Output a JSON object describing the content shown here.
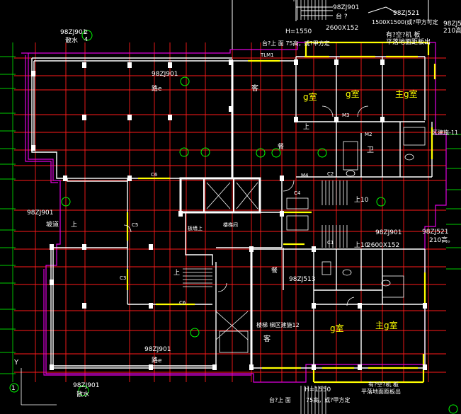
{
  "colors": {
    "background": "#000000",
    "wall": "#ffffff",
    "axis": "#ff1a1a",
    "outline": "#e000e0",
    "window": "#ffff00",
    "grid_mark": "#00d000"
  },
  "labels": {
    "top_ref_1": "98ZJ901",
    "top_ref_1b": "台 ?",
    "top_ref_2": "98ZJ521",
    "top_note_window": "1500X1500(或?甲方可定",
    "top_ref_3": "98ZJ52",
    "top_note_210": "210高。",
    "h_note": "H=1550",
    "dim_2600": "2600X152",
    "left_ref": "98ZJ901",
    "left_scatter": "散水",
    "ref_98zj901_mid": "98ZJ901",
    "road_e": "路e",
    "ac_note_1": "有?空?机 板",
    "ac_note_2": "平落地面距板出",
    "sill_note": "台?上 面 75高，或?甲方定",
    "ke_1": "客",
    "g_room_1": "g室",
    "g_room_2": "g室",
    "main_g_room_1": "主g室",
    "shang_1": "上",
    "can_1": "餐",
    "wei": "卫",
    "ref_11": "区建施-11",
    "c6_1": "C6",
    "c6_2": "C6",
    "m3": "M3",
    "m2": "M2",
    "c2": "C2",
    "c1": "C1",
    "m4": "M4",
    "tlm1": "TLM1",
    "ramp": "坡道",
    "shang_left": "上",
    "shang_stair": "上",
    "left_ref_2": "98ZJ901",
    "ref_98zj901_right": "98ZJ901",
    "dim_2600b": "2600X152",
    "ref_98zj521_r": "98ZJ521",
    "ref_210_r": "210高。",
    "shang_10": "上10",
    "shang_10b": "上10",
    "can_2": "餐",
    "ref_98zj513": "98ZJ513",
    "stair_note": "楼梯 梯区建施12",
    "ke_2": "客",
    "g_room_3": "g室",
    "main_g_room_2": "主g室",
    "ref_bottom_left": "98ZJ901",
    "road_e_bottom": "路e",
    "scatter_bottom": "散水",
    "ref_bottom_mid": "98ZJ901",
    "h_note_bottom": "H=1550",
    "sill_note_bottom": "台?上 面",
    "sill_note_bottom2": "75高，或?甲方定",
    "ac_note_bottom_1": "有?空?机 板",
    "ac_note_bottom_2": "平落地面距板出",
    "c3": "C3",
    "c5": "C5",
    "c4": "C4",
    "ref_left_wall": "板墙上",
    "stair_box_note": "楼梯间",
    "frac_top": "2",
    "frac_bot": "4",
    "axis_num_1": "1",
    "axis_y": "Y"
  }
}
